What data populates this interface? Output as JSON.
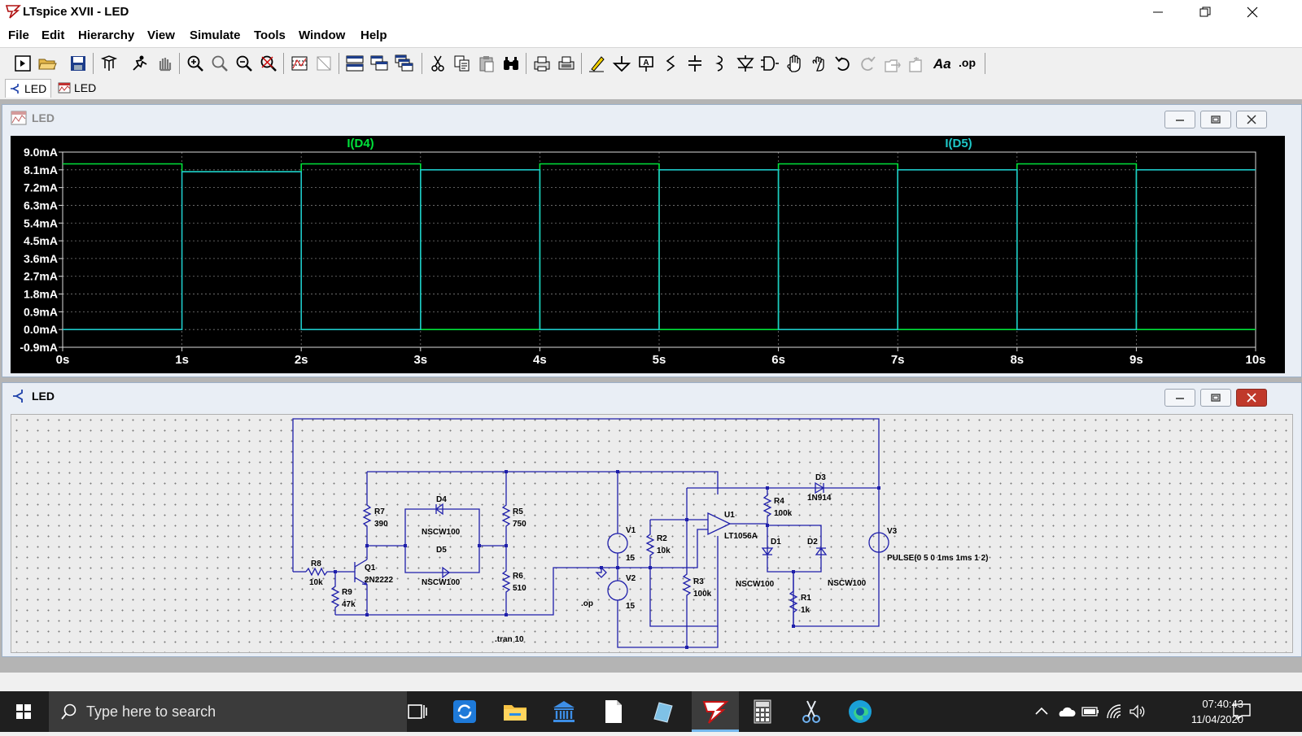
{
  "window": {
    "title": "LTspice XVII - LED"
  },
  "menu": [
    "File",
    "Edit",
    "Hierarchy",
    "View",
    "Simulate",
    "Tools",
    "Window",
    "Help"
  ],
  "toolbar_icons": [
    "new-schematic-icon",
    "open-icon",
    "save-icon",
    "control-panel-icon",
    "run-icon",
    "halt-icon",
    "zoom-in-icon",
    "zoom-pan-icon",
    "zoom-out-icon",
    "zoom-fit-icon",
    "autorange-icon",
    "fft-icon",
    "tile-horizontal-icon",
    "tile-vertical-icon",
    "cascade-icon",
    "cut-icon",
    "copy-icon",
    "paste-icon",
    "find-icon",
    "print-icon",
    "print-preview-icon",
    "draw-wire-icon",
    "ground-icon",
    "label-net-icon",
    "resistor-icon",
    "capacitor-icon",
    "inductor-icon",
    "diode-icon",
    "component-icon",
    "move-icon",
    "drag-icon",
    "undo-icon",
    "redo-icon",
    "rotate-icon",
    "mirror-icon",
    "text-icon",
    "spice-directive-icon"
  ],
  "tabs": [
    {
      "label": "LED",
      "icon": "schematic-icon"
    },
    {
      "label": "LED",
      "icon": "waveform-icon"
    }
  ],
  "waveform_window": {
    "title": "LED"
  },
  "schematic_window": {
    "title": "LED"
  },
  "chart_data": {
    "type": "line",
    "title": "",
    "xlabel": "",
    "ylabel": "",
    "x_ticks": [
      "0s",
      "1s",
      "2s",
      "3s",
      "4s",
      "5s",
      "6s",
      "7s",
      "8s",
      "9s",
      "10s"
    ],
    "y_ticks": [
      "9.0mA",
      "8.1mA",
      "7.2mA",
      "6.3mA",
      "5.4mA",
      "4.5mA",
      "3.6mA",
      "2.7mA",
      "1.8mA",
      "0.9mA",
      "0.0mA",
      "-0.9mA"
    ],
    "xlim": [
      0,
      10
    ],
    "ylim": [
      -0.9,
      9.0
    ],
    "grid": true,
    "series": [
      {
        "name": "I(D4)",
        "color": "#00e23a",
        "x": [
          0,
          1,
          1,
          2,
          2,
          3,
          3,
          4,
          4,
          5,
          5,
          6,
          6,
          7,
          7,
          8,
          8,
          9,
          9,
          10
        ],
        "y": [
          8.4,
          8.4,
          8.0,
          8.0,
          8.4,
          8.4,
          0,
          0,
          8.4,
          8.4,
          0,
          0,
          8.4,
          8.4,
          0,
          0,
          8.4,
          8.4,
          0,
          0
        ]
      },
      {
        "name": "I(D5)",
        "color": "#1ec8c8",
        "x": [
          0,
          1,
          1,
          2,
          2,
          3,
          3,
          4,
          4,
          5,
          5,
          6,
          6,
          7,
          7,
          8,
          8,
          9,
          9,
          10
        ],
        "y": [
          0,
          0,
          8.0,
          8.0,
          0,
          0,
          8.1,
          8.1,
          0,
          0,
          8.1,
          8.1,
          0,
          0,
          8.1,
          8.1,
          0,
          0,
          8.1,
          8.1
        ]
      }
    ]
  },
  "schematic": {
    "labels": [
      {
        "id": "R8",
        "text": "R8"
      },
      {
        "id": "R8v",
        "text": "10k"
      },
      {
        "id": "R9",
        "text": "R9"
      },
      {
        "id": "R9v",
        "text": "47k"
      },
      {
        "id": "Q1",
        "text": "Q1"
      },
      {
        "id": "Q1v",
        "text": "2N2222"
      },
      {
        "id": "R7",
        "text": "R7"
      },
      {
        "id": "R7v",
        "text": "390"
      },
      {
        "id": "D4",
        "text": "D4"
      },
      {
        "id": "D4v",
        "text": "NSCW100"
      },
      {
        "id": "D5",
        "text": "D5"
      },
      {
        "id": "D5v",
        "text": "NSCW100"
      },
      {
        "id": "R5",
        "text": "R5"
      },
      {
        "id": "R5v",
        "text": "750"
      },
      {
        "id": "R6",
        "text": "R6"
      },
      {
        "id": "R6v",
        "text": "510"
      },
      {
        "id": "op",
        "text": ".op"
      },
      {
        "id": "tran",
        "text": ".tran 10"
      },
      {
        "id": "V1",
        "text": "V1"
      },
      {
        "id": "V1v",
        "text": "15"
      },
      {
        "id": "V2",
        "text": "V2"
      },
      {
        "id": "V2v",
        "text": "15"
      },
      {
        "id": "R2",
        "text": "R2"
      },
      {
        "id": "R2v",
        "text": "10k"
      },
      {
        "id": "R3",
        "text": "R3"
      },
      {
        "id": "R3v",
        "text": "100k"
      },
      {
        "id": "U1",
        "text": "U1"
      },
      {
        "id": "U1v",
        "text": "LT1056A"
      },
      {
        "id": "R4",
        "text": "R4"
      },
      {
        "id": "R4v",
        "text": "100k"
      },
      {
        "id": "D3",
        "text": "D3"
      },
      {
        "id": "D3v",
        "text": "1N914"
      },
      {
        "id": "D1",
        "text": "D1"
      },
      {
        "id": "D1v",
        "text": "NSCW100"
      },
      {
        "id": "D2",
        "text": "D2"
      },
      {
        "id": "D2v",
        "text": "NSCW100"
      },
      {
        "id": "R1",
        "text": "R1"
      },
      {
        "id": "R1v",
        "text": "1k"
      },
      {
        "id": "V3",
        "text": "V3"
      },
      {
        "id": "V3v",
        "text": "PULSE(0 5 0 1ms 1ms 1 2)"
      }
    ]
  },
  "taskbar": {
    "search_placeholder": "Type here to search",
    "time": "07:40:43",
    "date": "11/04/2020",
    "apps": [
      "task-view-icon",
      "sync-icon",
      "file-explorer-icon",
      "bank-icon",
      "notepad-icon",
      "paint-icon",
      "ltspice-icon",
      "calculator-icon",
      "snipping-tool-icon",
      "edge-icon"
    ]
  }
}
